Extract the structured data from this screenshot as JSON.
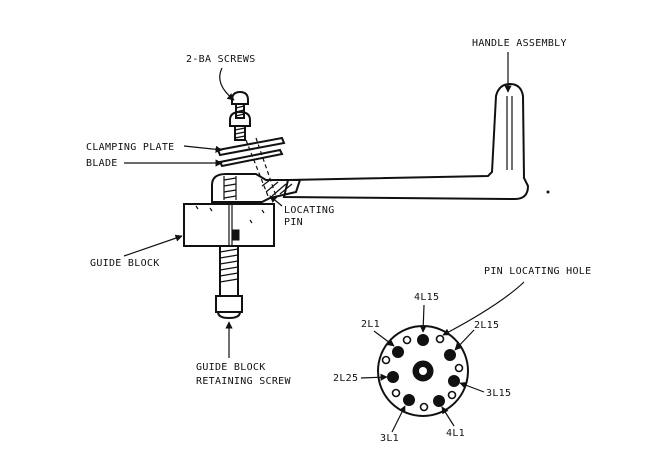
{
  "labels": {
    "screws": "2-BA SCREWS",
    "handle": "HANDLE ASSEMBLY",
    "clamping_plate": "CLAMPING PLATE",
    "blade": "BLADE",
    "locating_pin_1": "LOCATING",
    "locating_pin_2": "PIN",
    "guide_block": "GUIDE BLOCK",
    "retaining_screw_1": "GUIDE BLOCK",
    "retaining_screw_2": "RETAINING SCREW",
    "pin_locating_hole": "PIN LOCATING HOLE"
  },
  "dial_labels": {
    "top": "4L15",
    "upper_left": "2L1",
    "upper_right": "2L15",
    "left": "2L25",
    "right": "3L15",
    "lower_left": "3L1",
    "lower_right": "4L1"
  },
  "colors": {
    "ink": "#111111",
    "paper": "#ffffff"
  }
}
